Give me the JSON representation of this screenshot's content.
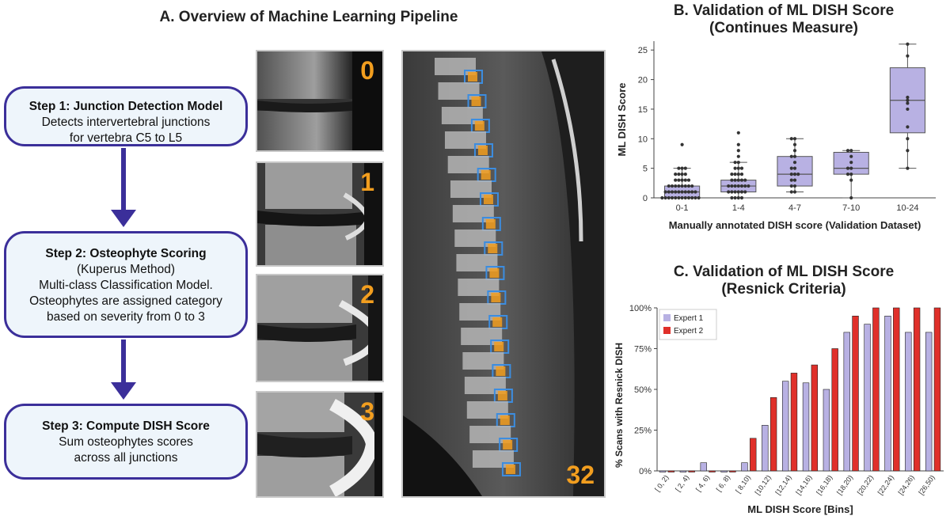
{
  "panel_a": {
    "title": "A. Overview of Machine Learning Pipeline",
    "step1": {
      "heading": "Step 1: Junction Detection Model",
      "line1": "Detects intervertebral junctions",
      "line2": "for vertebra C5 to L5"
    },
    "step2": {
      "heading": "Step 2: Osteophyte Scoring",
      "line1": "(Kuperus Method)",
      "line2": "Multi-class Classification Model.",
      "line3": "Osteophytes are assigned category",
      "line4": "based on severity from 0 to 3"
    },
    "step3": {
      "heading": "Step 3: Compute DISH Score",
      "line1": "Sum osteophytes scores",
      "line2": "across all junctions"
    },
    "thumb_labels": [
      "0",
      "1",
      "2",
      "3"
    ],
    "total_label": "32",
    "colors": {
      "step_border": "#3b2f9a",
      "step_fill": "#eef5fb",
      "score_label": "#f29e1f"
    }
  },
  "panel_b": {
    "title_line1": "B.  Validation of ML DISH Score",
    "title_line2": "(Continues Measure)"
  },
  "panel_c": {
    "title_line1": "C.  Validation of ML DISH Score",
    "title_line2": "(Resnick Criteria)"
  },
  "chart_data": [
    {
      "type": "box",
      "title": "B.  Validation of ML DISH Score (Continues Measure)",
      "xlabel": "Manually annotated DISH score (Validation Dataset)",
      "ylabel": "ML DISH Score",
      "ylim": [
        0,
        26
      ],
      "yticks": [
        0,
        5,
        10,
        15,
        20,
        25
      ],
      "categories": [
        "0-1",
        "1-4",
        "4-7",
        "7-10",
        "10-24"
      ],
      "boxes": [
        {
          "q1": 0,
          "median": 1,
          "q3": 2,
          "whisker_low": 0,
          "whisker_high": 5,
          "points": [
            0,
            0,
            0,
            0,
            0,
            0,
            0,
            0,
            0,
            0,
            0,
            0,
            1,
            1,
            1,
            1,
            1,
            1,
            1,
            1,
            1,
            1,
            2,
            2,
            2,
            2,
            2,
            2,
            2,
            2,
            3,
            3,
            3,
            3,
            3,
            4,
            4,
            4,
            4,
            5,
            5,
            5,
            9
          ]
        },
        {
          "q1": 1,
          "median": 2,
          "q3": 3,
          "whisker_low": 0,
          "whisker_high": 6,
          "points": [
            0,
            0,
            0,
            0,
            1,
            1,
            1,
            1,
            1,
            1,
            2,
            2,
            2,
            2,
            2,
            2,
            2,
            3,
            3,
            3,
            3,
            3,
            4,
            4,
            4,
            4,
            5,
            5,
            5,
            6,
            6,
            7,
            8,
            9,
            11
          ]
        },
        {
          "q1": 2,
          "median": 4,
          "q3": 7,
          "whisker_low": 1,
          "whisker_high": 10,
          "points": [
            1,
            1,
            2,
            2,
            3,
            3,
            4,
            4,
            4,
            5,
            5,
            6,
            7,
            7,
            8,
            9,
            10,
            10
          ]
        },
        {
          "q1": 4,
          "median": 5,
          "q3": 7.7,
          "whisker_low": 0,
          "whisker_high": 8,
          "points": [
            0,
            3,
            4,
            4,
            5,
            5,
            6,
            7,
            8,
            8
          ]
        },
        {
          "q1": 11,
          "median": 16.5,
          "q3": 22,
          "whisker_low": 5,
          "whisker_high": 26,
          "points": [
            5,
            8,
            10,
            12,
            15,
            16,
            16.5,
            17,
            24,
            26
          ]
        }
      ],
      "colors": {
        "box": "#b8b1e3",
        "edge": "#555555",
        "point": "#333333"
      }
    },
    {
      "type": "bar",
      "title": "C.  Validation of ML DISH Score (Resnick Criteria)",
      "xlabel": "ML DISH Score [Bins]",
      "ylabel": "% Scans with Resnick DISH",
      "ylim": [
        0,
        100
      ],
      "yticks": [
        "0%",
        "25%",
        "50%",
        "75%",
        "100%"
      ],
      "legend_position": "top-left",
      "categories": [
        "[ 0, 2)",
        "[ 2, 4)",
        "[ 4, 6)",
        "[ 6, 8)",
        "[ 8,10)",
        "[10,12)",
        "[12,14)",
        "[14,16)",
        "[16,18)",
        "[18,20)",
        "[20,22)",
        "[22,24)",
        "[24,26)",
        "[26,50)"
      ],
      "series": [
        {
          "name": "Expert 1",
          "color": "#b8b1e3",
          "values": [
            0,
            0,
            5,
            0,
            5,
            28,
            55,
            54,
            50,
            85,
            90,
            95,
            85,
            85
          ]
        },
        {
          "name": "Expert 2",
          "color": "#e0302a",
          "values": [
            0,
            0,
            0,
            0,
            20,
            45,
            60,
            65,
            75,
            95,
            100,
            100,
            100,
            100
          ]
        }
      ]
    }
  ]
}
